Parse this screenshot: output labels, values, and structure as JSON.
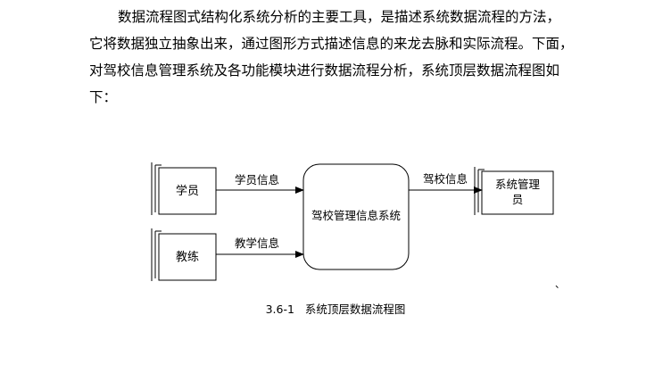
{
  "paragraph": {
    "lines": [
      "数据流程图式结构化系统分析的主要工具，是描述系统数据流程的方法，",
      "它将数据独立抽象出来，通过图形方式描述信息的来龙去脉和实际流程。下面，",
      "对驾校信息管理系统及各功能模块进行数据流程分析，系统顶层数据流程图如",
      "下："
    ]
  },
  "diagram": {
    "entities": {
      "student": "学员",
      "coach": "教练",
      "admin_line1": "系统管理",
      "admin_line2": "员"
    },
    "process": "驾校管理信息系统",
    "flows": {
      "student_info": "学员信息",
      "teaching_info": "教学信息",
      "school_info": "驾校信息"
    },
    "stray_mark": "、"
  },
  "caption": {
    "number": "3.6-1",
    "title": "系统顶层数据流程图"
  }
}
